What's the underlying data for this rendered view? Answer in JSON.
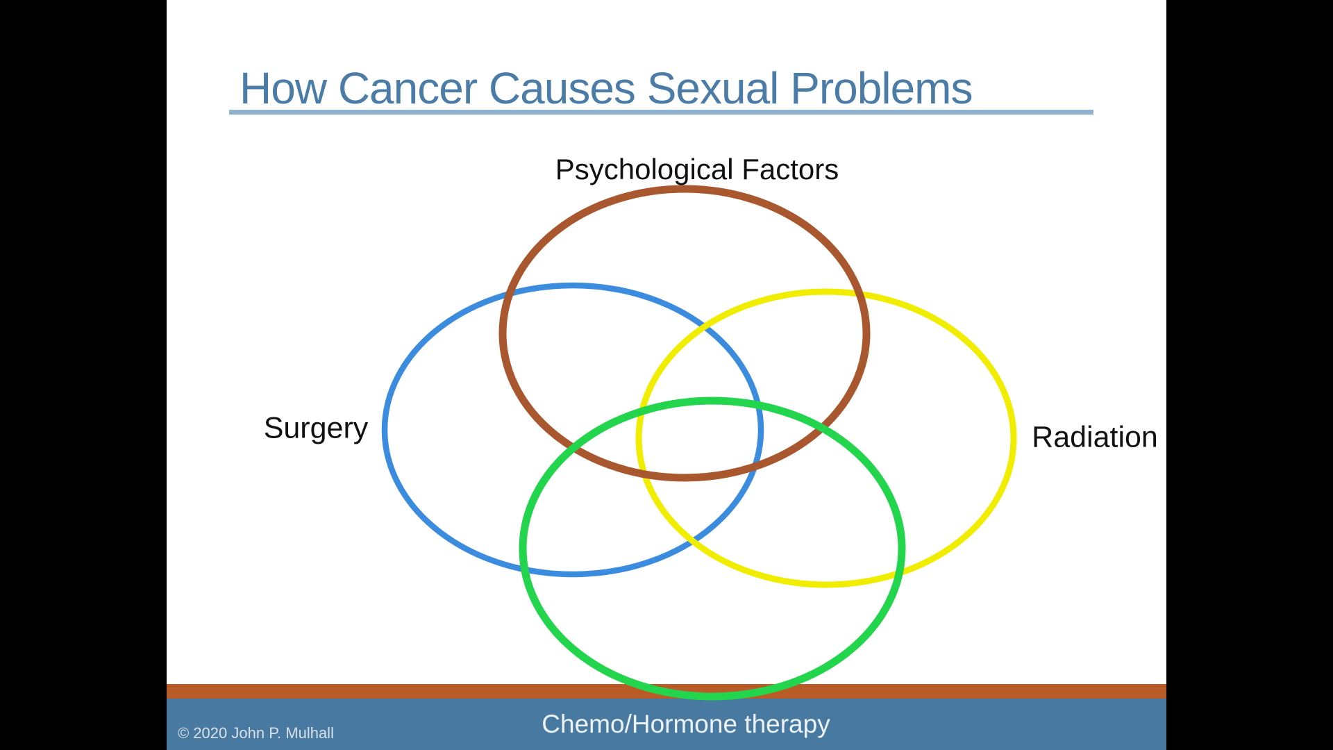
{
  "slide": {
    "title": "How Cancer Causes Sexual Problems",
    "copyright": "© 2020 John P. Mulhall",
    "colors": {
      "title_text": "#4A7CA7",
      "title_underline": "#8FB2D0",
      "footer_orange_bar": "#B85B27",
      "footer_blue_bar": "#4879A0",
      "background": "#FFFFFF",
      "letterbox": "#000000"
    }
  },
  "venn": {
    "description": "Four overlapping ellipses showing causes of sexual problems after cancer",
    "circles": [
      {
        "id": "surgery",
        "label": "Surgery",
        "color": "#3B8CDE",
        "label_position": "left"
      },
      {
        "id": "radiation",
        "label": "Radiation",
        "color": "#F1ED00",
        "label_position": "right"
      },
      {
        "id": "psychological",
        "label": "Psychological Factors",
        "color": "#A9572F",
        "label_position": "top"
      },
      {
        "id": "chemo",
        "label": "Chemo/Hormone therapy",
        "color": "#23D54D",
        "label_position": "bottom"
      }
    ]
  }
}
